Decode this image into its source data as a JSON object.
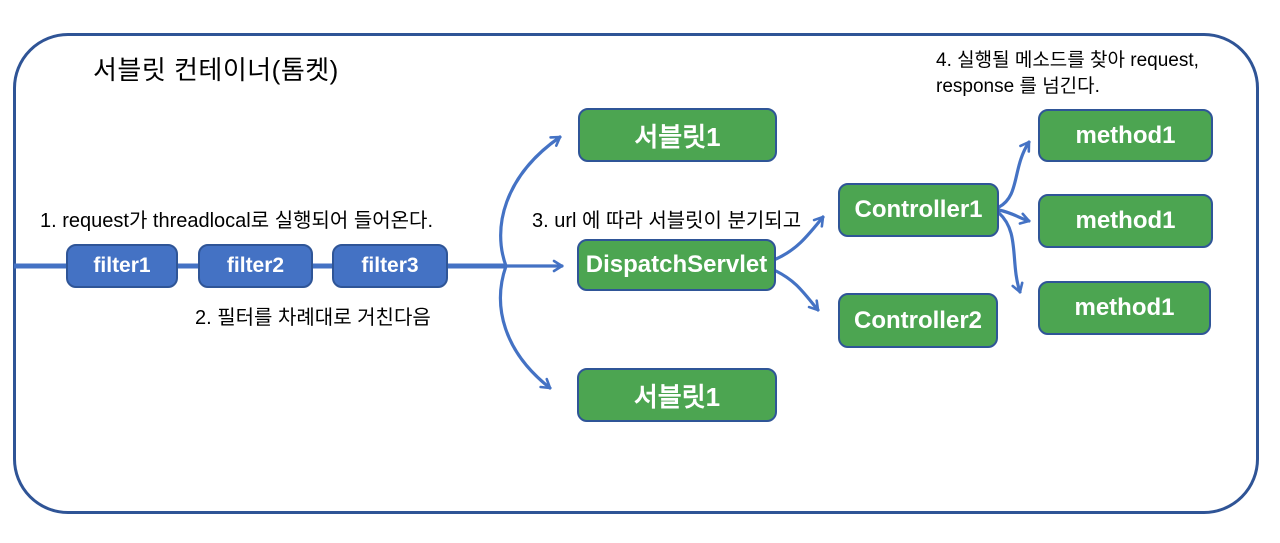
{
  "diagram": {
    "title": "서블릿 컨테이너(톰켓)",
    "annotations": {
      "step1": "1. request가 threadlocal로 실행되어 들어온다.",
      "step2": "2. 필터를 차례대로 거친다음",
      "step3": "3. url 에 따라 서블릿이 분기되고",
      "step4": "4. 실행될 메소드를 찾아 request, response 를 넘긴다."
    },
    "nodes": {
      "filter1": "filter1",
      "filter2": "filter2",
      "filter3": "filter3",
      "servlet_top": "서블릿1",
      "dispatch_servlet": "DispatchServlet",
      "servlet_bottom": "서블릿1",
      "controller1": "Controller1",
      "controller2": "Controller2",
      "method1_top": "method1",
      "method1_middle": "method1",
      "method1_bottom": "method1"
    },
    "colors": {
      "filter_box_fill": "#4472C4",
      "servlet_box_fill": "#4CA551",
      "box_border": "#2F5597",
      "connector": "#4472C4",
      "container_border": "#2F5496",
      "text": "#000000",
      "box_text": "#FFFFFF"
    }
  }
}
